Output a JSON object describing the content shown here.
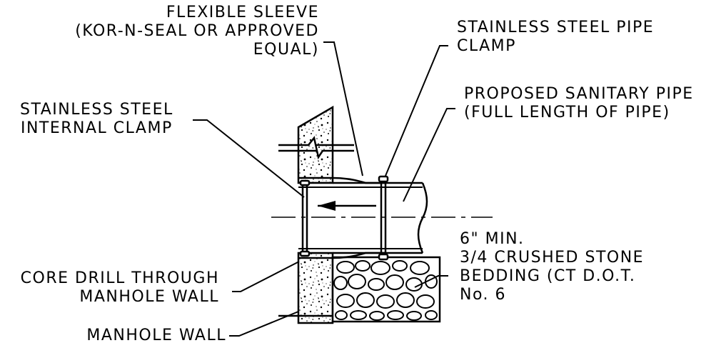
{
  "colors": {
    "line": "#000000",
    "background": "#ffffff",
    "concrete_dots": "#000000"
  },
  "labels": {
    "flexible_sleeve": [
      "FLEXIBLE SLEEVE",
      "(KOR-N-SEAL OR APPROVED",
      "EQUAL)"
    ],
    "stainless_pipe_clamp": [
      "STAINLESS STEEL PIPE",
      "CLAMP"
    ],
    "proposed_pipe": [
      "PROPOSED SANITARY PIPE",
      "(FULL LENGTH OF PIPE)"
    ],
    "internal_clamp": [
      "STAINLESS STEEL",
      "INTERNAL CLAMP"
    ],
    "bedding": [
      "6\" MIN.",
      "3/4 CRUSHED STONE",
      "BEDDING (CT D.O.T.",
      "No. 6"
    ],
    "core_drill": [
      "CORE DRILL THROUGH",
      "MANHOLE WALL"
    ],
    "manhole_wall": [
      "MANHOLE WALL"
    ]
  }
}
